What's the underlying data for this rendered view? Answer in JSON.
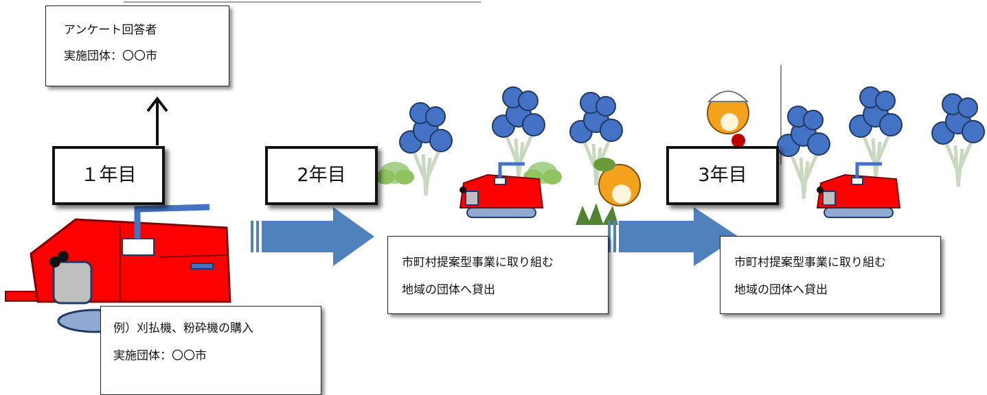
{
  "respondent_box": {
    "line1": "アンケート回答者",
    "line2": "実施団体：〇〇市"
  },
  "year_labels": {
    "year1": "１年目",
    "year2": "2年目",
    "year3": "3年目"
  },
  "purchase_box": {
    "line1": "例）刈払機、粉砕機の購入",
    "line2": "実施団体：〇〇市"
  },
  "loan_box_2": {
    "line1": "市町村提案型事業に取り組む",
    "line2": "地域の団体へ貸出"
  },
  "loan_box_3": {
    "line1": "市町村提案型事業に取り組む",
    "line2": "地域の団体へ貸出"
  },
  "colors": {
    "machine_red": "#ff0000",
    "arrow_blue": "#4f81bd",
    "tree_blue": "#4472c4",
    "bush_green": "#8fc35f"
  }
}
